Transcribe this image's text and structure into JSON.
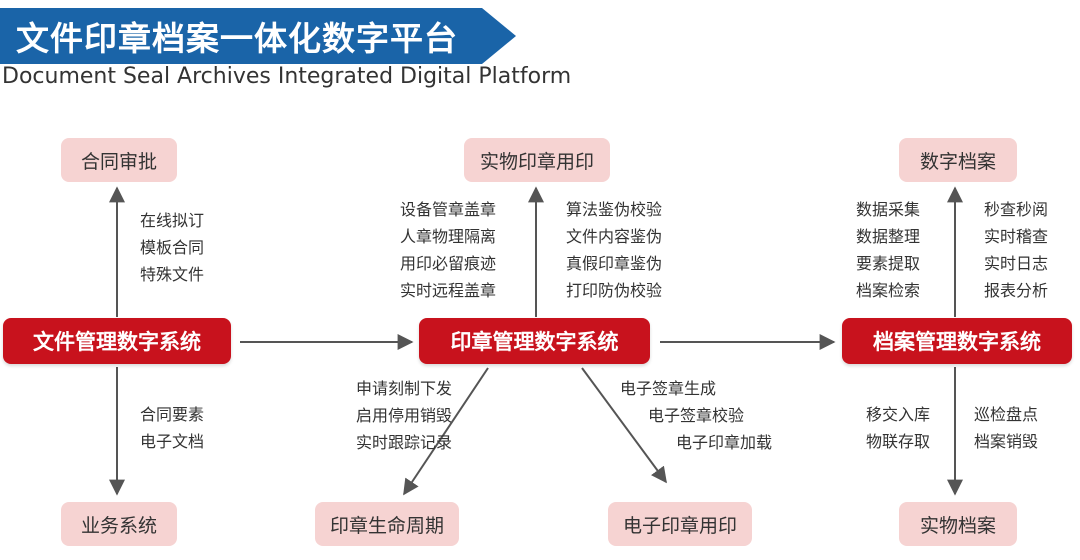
{
  "header": {
    "title": "文件印章档案一体化数字平台",
    "subtitle": "Document Seal Archives Integrated Digital Platform"
  },
  "colors": {
    "banner": "#1a64a8",
    "system_box": "#c8121d",
    "pill": "#f6d3d2",
    "arrow": "#555555"
  },
  "systems": {
    "file": "文件管理数字系统",
    "seal": "印章管理数字系统",
    "archive": "档案管理数字系统"
  },
  "nodes": {
    "contract_approval": "合同审批",
    "business_system": "业务系统",
    "physical_seal_use": "实物印章用印",
    "seal_lifecycle": "印章生命周期",
    "e_seal_use": "电子印章用印",
    "digital_archive": "数字档案",
    "physical_archive": "实物档案"
  },
  "lists": {
    "file_up": [
      "在线拟订",
      "模板合同",
      "特殊文件"
    ],
    "file_down": [
      "合同要素",
      "电子文档"
    ],
    "seal_up_left": [
      "设备管章盖章",
      "人章物理隔离",
      "用印必留痕迹",
      "实时远程盖章"
    ],
    "seal_up_right": [
      "算法鉴伪校验",
      "文件内容鉴伪",
      "真假印章鉴伪",
      "打印防伪校验"
    ],
    "seal_down_left": [
      "申请刻制下发",
      "启用停用销毁",
      "实时跟踪记录"
    ],
    "seal_down_right": [
      "电子签章生成",
      "电子签章校验",
      "电子印章加载"
    ],
    "archive_up_left": [
      "数据采集",
      "数据整理",
      "要素提取",
      "档案检索"
    ],
    "archive_up_right": [
      "秒查秒阅",
      "实时稽查",
      "实时日志",
      "报表分析"
    ],
    "archive_down_left": [
      "移交入库",
      "物联存取"
    ],
    "archive_down_right": [
      "巡检盘点",
      "档案销毁"
    ]
  }
}
